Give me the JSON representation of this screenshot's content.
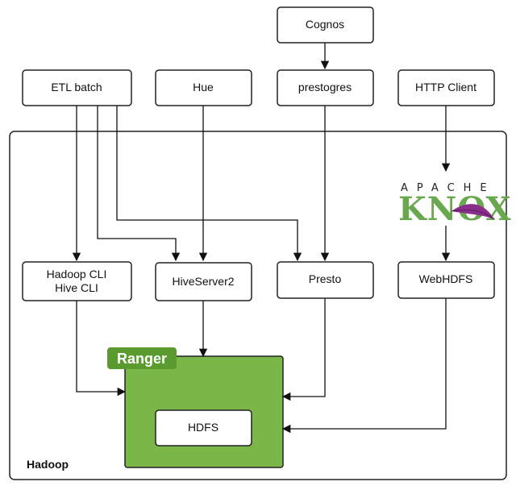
{
  "nodes": {
    "cognos": "Cognos",
    "etl_batch": "ETL batch",
    "hue": "Hue",
    "prestogres": "prestogres",
    "http_client": "HTTP Client",
    "hadoop_cli_line1": "Hadoop CLI",
    "hadoop_cli_line2": "Hive CLI",
    "hiveserver2": "HiveServer2",
    "presto": "Presto",
    "webhdfs": "WebHDFS",
    "hdfs": "HDFS"
  },
  "ranger": {
    "label": "Ranger",
    "color": "#7ab648",
    "badge_color": "#5a9a2f"
  },
  "knox": {
    "apache": "APACHE",
    "word": "KNOX",
    "color": "#6aa84f",
    "feather_color": "#8b2d8b"
  },
  "hadoop": {
    "label": "Hadoop"
  }
}
